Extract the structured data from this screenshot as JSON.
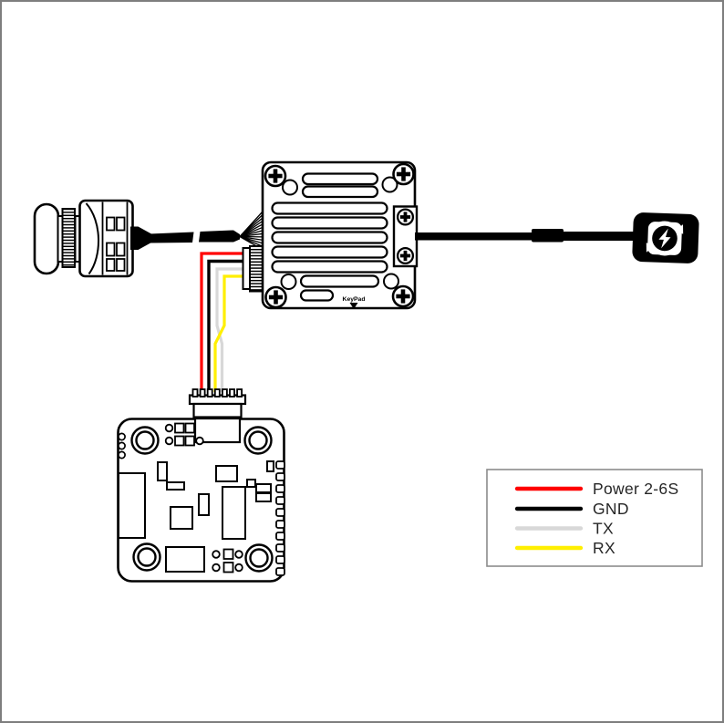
{
  "legend": {
    "items": [
      {
        "id": "power",
        "label": "Power 2-6S",
        "color": "#ff0000"
      },
      {
        "id": "gnd",
        "label": "GND",
        "color": "#000000"
      },
      {
        "id": "tx",
        "label": "TX",
        "color": "#d8d8d8"
      },
      {
        "id": "rx",
        "label": "RX",
        "color": "#ffef00"
      }
    ]
  },
  "vtx": {
    "keypad_label": "KeyPad"
  },
  "wires": {
    "power": "#ff0000",
    "gnd": "#000000",
    "tx": "#d8d8d8",
    "rx": "#ffef00"
  }
}
